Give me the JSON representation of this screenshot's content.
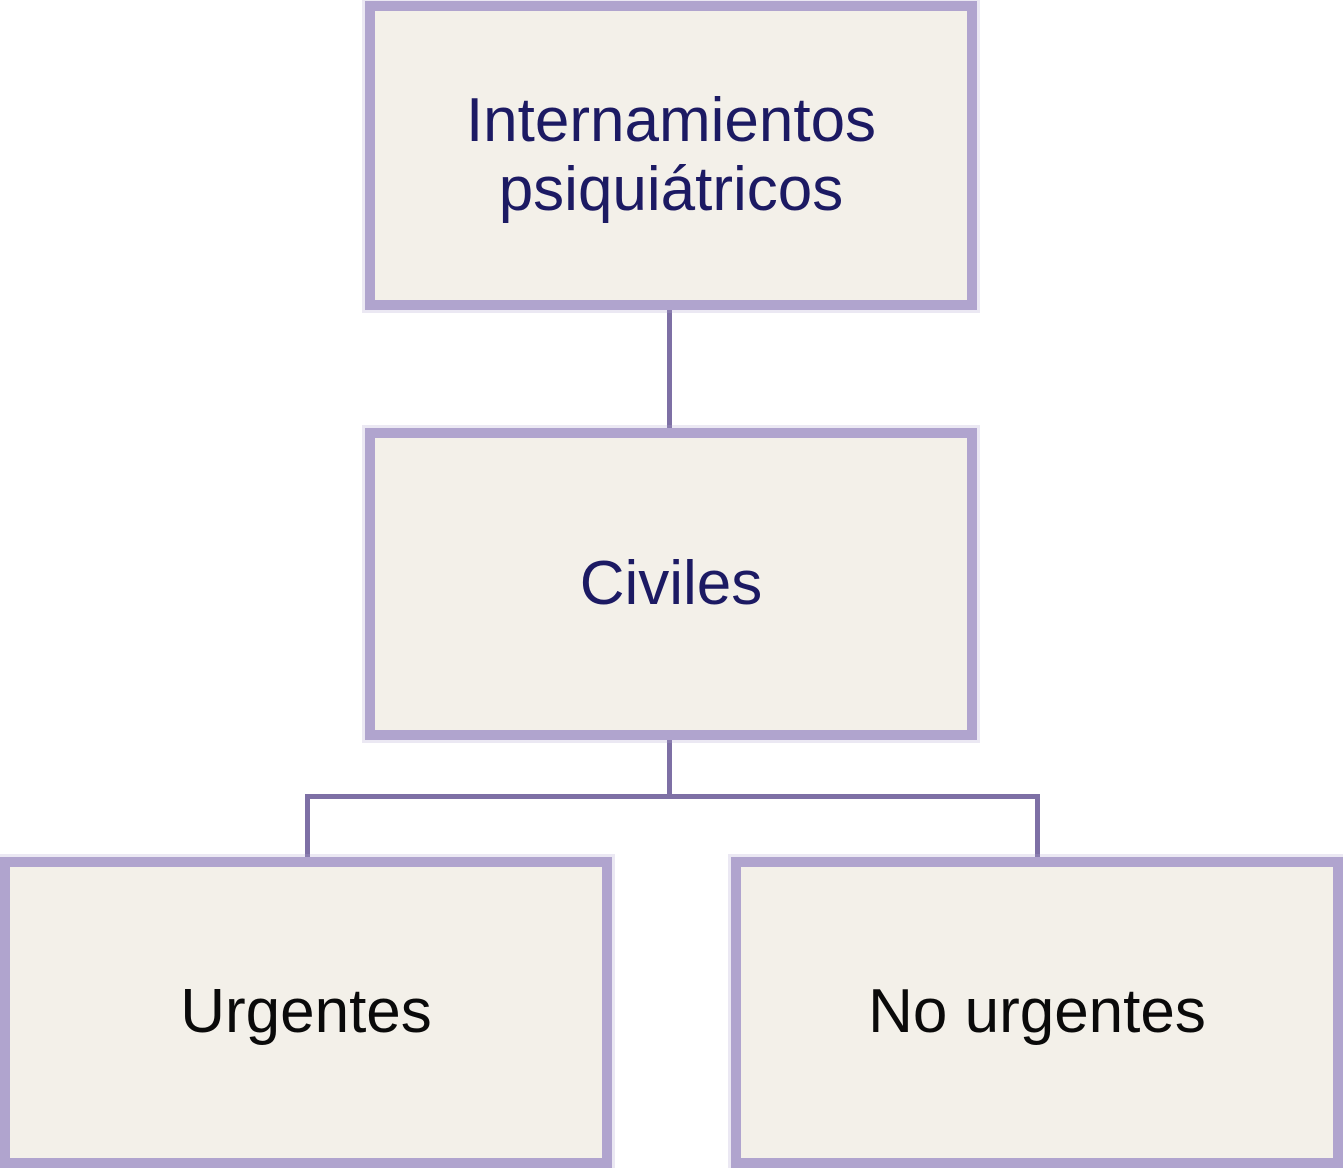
{
  "theme": {
    "box_fill": "#f3f0e9",
    "box_border": "#b0a4ce",
    "connector": "#7e70a5",
    "title_text": "#1c1a63",
    "leaf_text": "#0a0a0a",
    "background": "#ffffff"
  },
  "nodes": {
    "root": {
      "label": "Internamientos\npsiquiátricos"
    },
    "civiles": {
      "label": "Civiles"
    },
    "urgentes": {
      "label": "Urgentes"
    },
    "no_urgentes": {
      "label": "No urgentes"
    }
  },
  "edges": [
    {
      "from": "Internamientos psiquiátricos",
      "to": "Civiles"
    },
    {
      "from": "Civiles",
      "to": "Urgentes"
    },
    {
      "from": "Civiles",
      "to": "No urgentes"
    }
  ]
}
